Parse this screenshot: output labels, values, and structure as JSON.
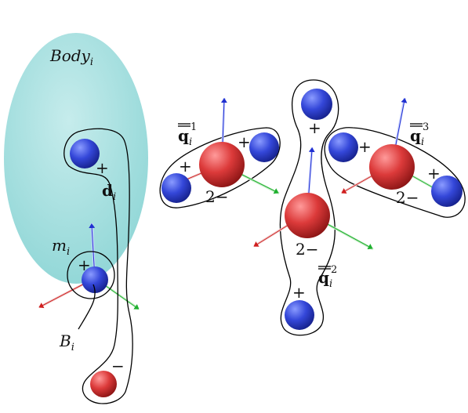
{
  "labels": {
    "body": "Body",
    "body_sub": "i",
    "d_vec": "d",
    "d_sub": "i",
    "m": "m",
    "m_sub": "i",
    "B": "B",
    "B_sub": "i",
    "q": "q",
    "q_sub": "i",
    "q1_sup": "1",
    "q2_sup": "2",
    "q3_sup": "3",
    "plus": "+",
    "minus": "−",
    "two_minus": "2−"
  },
  "colors": {
    "body_fill": "#a6e0e0",
    "positive_charge": "#3b4fd6",
    "negative_charge": "#d93b3b",
    "axis_blue": "#1f2fd0",
    "axis_red": "#d01f1f",
    "axis_green": "#1fb02f"
  },
  "icons": {
    "positive": "blue-sphere",
    "negative": "red-sphere",
    "frame": "xyz-axes-frame"
  }
}
